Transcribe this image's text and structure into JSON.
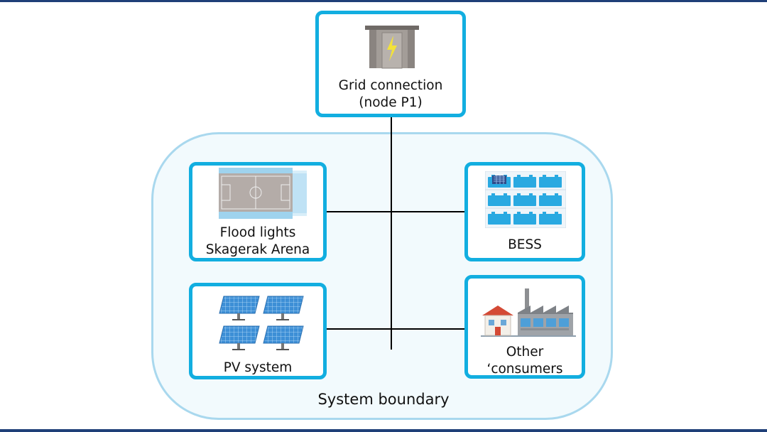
{
  "diagram": {
    "grid": {
      "label_line1": "Grid connection",
      "label_line2": "(node P1)",
      "icon": "substation-icon"
    },
    "flood": {
      "label_line1": "Flood lights",
      "label_line2": "Skagerak Arena",
      "icon": "football-pitch-icon"
    },
    "bess": {
      "label": "BESS",
      "icon": "battery-rack-icon"
    },
    "pv": {
      "label": "PV system",
      "icon": "solar-panel-icon"
    },
    "consumers": {
      "label_line1": "Other",
      "label_line2": "‘consumers",
      "icon": "house-factory-icon"
    },
    "boundary_label": "System boundary"
  },
  "colors": {
    "node_border": "#12aee0",
    "boundary_border": "#a9d8ee",
    "boundary_fill": "#f2fafd",
    "frame": "#1f3f78"
  }
}
